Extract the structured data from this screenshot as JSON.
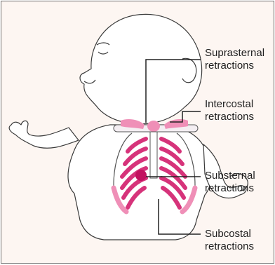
{
  "labels": {
    "suprasternal": {
      "line1": "Suprasternal",
      "line2": "retractions"
    },
    "intercostal": {
      "line1": "Intercostal",
      "line2": "retractions"
    },
    "substernal": {
      "line1": "Substernal",
      "line2": "retractions"
    },
    "subcostal": {
      "line1": "Subcostal",
      "line2": "retractions"
    }
  },
  "colors": {
    "retraction": "#d6337a",
    "retraction_light": "#ef8fb7",
    "substernal_dot": "#c2125f",
    "outline": "#3a3a3a",
    "background": "#fdf6f2",
    "skin": "#ffffff"
  }
}
